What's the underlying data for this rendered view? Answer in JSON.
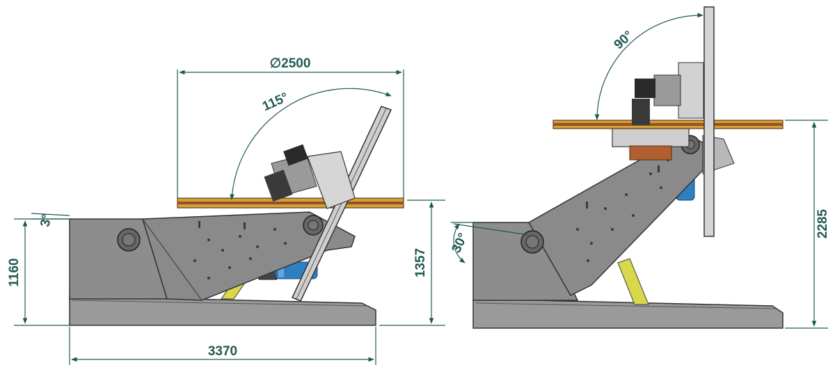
{
  "colors": {
    "dimension": "#1f5a52",
    "body_gray": "#8d8d8d",
    "body_light": "#a7a7a7",
    "outline": "#333333",
    "table_top": "#c9a436",
    "table_edge": "#a34a2a",
    "strut": "#d8d84a",
    "motor_blue": "#2f7fc0"
  },
  "left_view": {
    "diameter_label": "∅2500",
    "tilt_label": "115°",
    "base_angle_label": "3°",
    "height_label": "1160",
    "table_height_label": "1357",
    "length_label": "3370"
  },
  "right_view": {
    "tilt_label": "90°",
    "base_angle_label": "30°",
    "height_label": "2285"
  }
}
